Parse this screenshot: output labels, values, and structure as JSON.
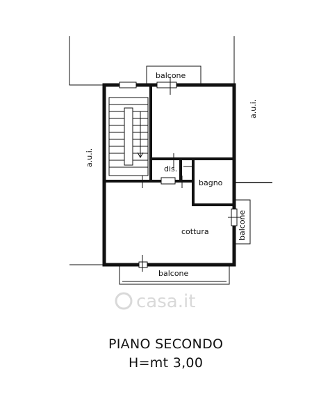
{
  "plan": {
    "adjacent_unit_left": "a.u.i.",
    "adjacent_unit_right": "a.u.i.",
    "room_balcone_top": "balcone",
    "room_dis": "dis.",
    "room_bagno": "bagno",
    "room_cottura": "cottura",
    "room_balcone_side": "balcone",
    "room_balcone_bottom": "balcone"
  },
  "watermark": {
    "text": "casa.it"
  },
  "caption": {
    "floor": "PIANO SECONDO",
    "height": "H=mt 3,00"
  }
}
